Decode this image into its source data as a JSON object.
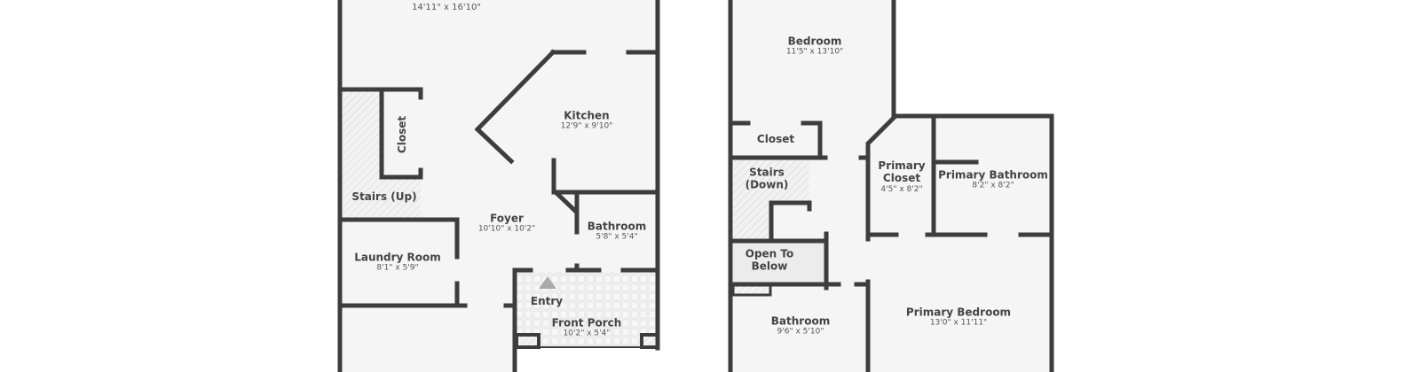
{
  "colors": {
    "wall": "#3d3d3d",
    "floor": "#f5f5f5",
    "hatch": "#cfcfcf",
    "open_below": "#ececec"
  },
  "first_floor": {
    "top_room": {
      "dim": "14'11\" x 16'10\""
    },
    "kitchen": {
      "name": "Kitchen",
      "dim": "12'9\" x 9'10\""
    },
    "closet": {
      "name": "Closet"
    },
    "stairs": {
      "name": "Stairs (Up)"
    },
    "foyer": {
      "name": "Foyer",
      "dim": "10'10\" x 10'2\""
    },
    "bathroom": {
      "name": "Bathroom",
      "dim": "5'8\" x 5'4\""
    },
    "laundry": {
      "name": "Laundry Room",
      "dim": "8'1\" x 5'9\""
    },
    "entry": {
      "name": "Entry"
    },
    "porch": {
      "name": "Front Porch",
      "dim": "10'2\" x 5'4\""
    }
  },
  "second_floor": {
    "bedroom": {
      "name": "Bedroom",
      "dim": "11'5\" x 13'10\""
    },
    "closet": {
      "name": "Closet"
    },
    "stairs": {
      "name": "Stairs (Down)"
    },
    "open_below": {
      "name": "Open To Below"
    },
    "primary_closet": {
      "name": "Primary Closet",
      "dim": "4'5\" x 8'2\""
    },
    "primary_bathroom": {
      "name": "Primary Bathroom",
      "dim": "8'2\" x 8'2\""
    },
    "bathroom": {
      "name": "Bathroom",
      "dim": "9'6\" x 5'10\""
    },
    "primary_bedroom": {
      "name": "Primary Bedroom",
      "dim": "13'0\" x 11'11\""
    }
  }
}
